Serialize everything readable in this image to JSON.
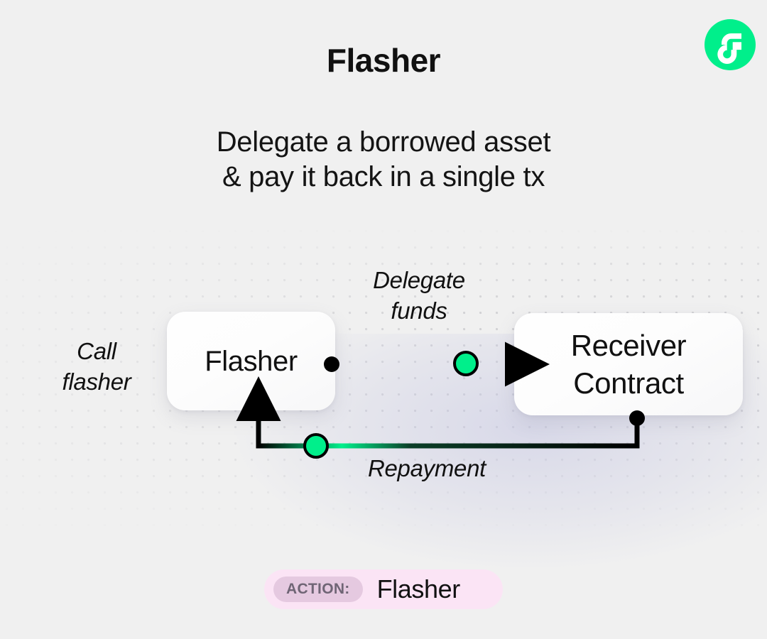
{
  "page": {
    "title": "Flasher",
    "subtitle_line1": "Delegate a borrowed asset",
    "subtitle_line2": "& pay it back in a single tx",
    "background_color": "#f0f0f0"
  },
  "brand": {
    "logo_name": "flow-logo",
    "logo_color": "#00ef8b",
    "logo_mark_color": "#ffffff"
  },
  "diagram": {
    "nodes": [
      {
        "id": "flasher",
        "label": "Flasher"
      },
      {
        "id": "receiver",
        "label_line1": "Receiver",
        "label_line2": "Contract"
      }
    ],
    "labels": [
      {
        "id": "call-flasher",
        "line1": "Call",
        "line2": "flasher"
      },
      {
        "id": "delegate-funds",
        "line1": "Delegate",
        "line2": "funds"
      },
      {
        "id": "repayment",
        "line1": "Repayment"
      }
    ],
    "edges": [
      {
        "id": "delegate-funds-edge",
        "from": "flasher",
        "to": "receiver",
        "label": "Delegate funds",
        "direction": "right"
      },
      {
        "id": "repayment-edge",
        "from": "receiver",
        "to": "flasher",
        "label": "Repayment",
        "direction": "left-up"
      }
    ],
    "colors": {
      "wire": "#000000",
      "token": "#00ef8b",
      "token_stroke": "#000000",
      "dot_grid": "#d2d2d5",
      "node_surface": "#fdfdfd"
    }
  },
  "action": {
    "key_label": "ACTION:",
    "value_label": "Flasher",
    "badge_color": "#fbe4f5",
    "key_chip_color": "#e5c9e0",
    "key_text_color": "#6f6575"
  }
}
